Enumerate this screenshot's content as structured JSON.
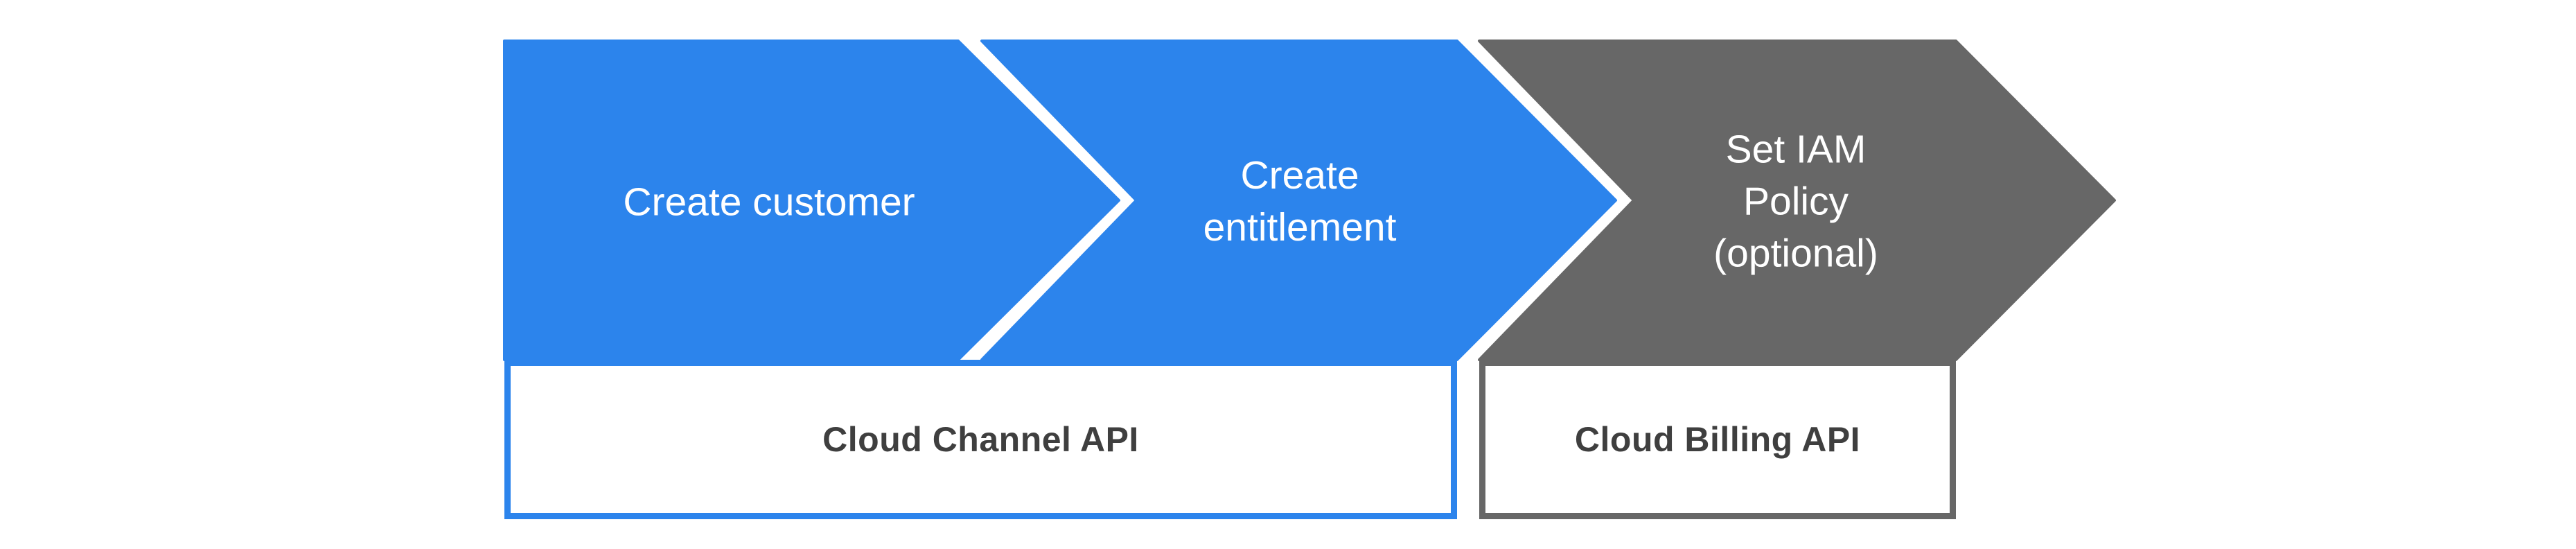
{
  "colors": {
    "background": "#FFFFFF",
    "blue": "#2C84EC",
    "gray": "#676767",
    "label_text": "#FFFFFF",
    "box_text": "#3F3F3F",
    "box_background": "#FFFFFF"
  },
  "steps": [
    {
      "label": "Create customer",
      "fill": "#2C84EC",
      "text_color": "#FFFFFF"
    },
    {
      "label": "Create\nentitlement",
      "fill": "#2C84EC",
      "text_color": "#FFFFFF"
    },
    {
      "label": "Set IAM\nPolicy\n(optional)",
      "fill": "#676767",
      "text_color": "#FFFFFF"
    }
  ],
  "api_boxes": [
    {
      "label": "Cloud Channel API",
      "border_color": "#2C84EC",
      "text_color": "#3F3F3F"
    },
    {
      "label": "Cloud Billing API",
      "border_color": "#676767",
      "text_color": "#3F3F3F"
    }
  ]
}
